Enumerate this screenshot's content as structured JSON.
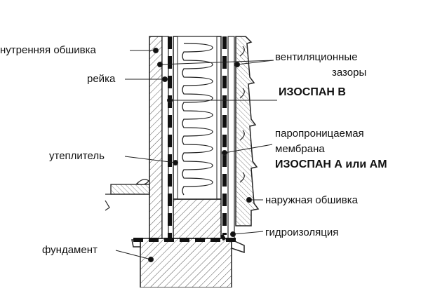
{
  "labels": {
    "inner_sheathing": "нутренняя обшивка",
    "batten": "рейка",
    "insulation": "утеплитель",
    "foundation": "фундамент",
    "vent_gaps_line1": "вентиляционные",
    "vent_gaps_line2": "зазоры",
    "isospan_b": "ИЗОСПАН В",
    "membrane_line1": "паропроницаемая",
    "membrane_line2": "мембрана",
    "isospan_a_am": "ИЗОСПАН А или АМ",
    "outer_sheathing": "наружная обшивка",
    "waterproofing": "гидроизоляция"
  }
}
